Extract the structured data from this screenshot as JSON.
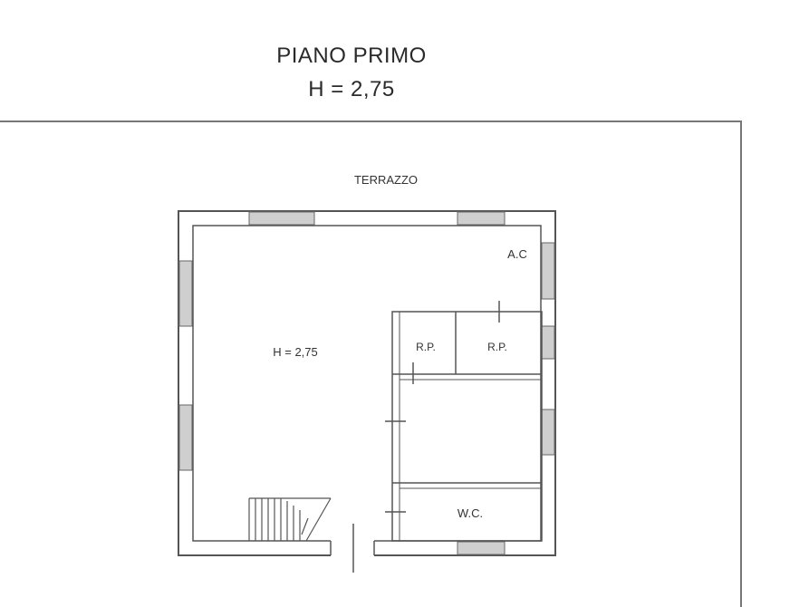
{
  "header": {
    "title": "PIANO PRIMO",
    "height_label": "H = 2,75"
  },
  "plan": {
    "terrace_label": "TERRAZZO",
    "ac_label": "A.C",
    "room_height_label": "H = 2,75",
    "closet_left_label": "R.P.",
    "closet_right_label": "R.P.",
    "wc_label": "W.C."
  },
  "colors": {
    "line": "#555555",
    "window_fill": "#bdbdbd",
    "text": "#333333"
  }
}
